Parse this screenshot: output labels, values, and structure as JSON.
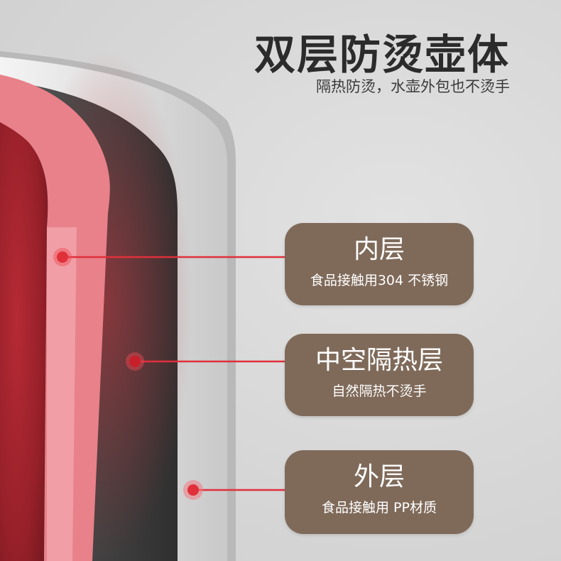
{
  "heading": {
    "title": "双层防烫壶体",
    "subtitle": "隔热防烫，水壶外包也不烫手"
  },
  "layers": [
    {
      "name": "内层",
      "detail": "食品接触用304 不锈钢"
    },
    {
      "name": "中空隔热层",
      "detail": "自然隔热不烫手"
    },
    {
      "name": "外层",
      "detail": "食品接触用 PP材质"
    }
  ],
  "colors": {
    "label_bg": "#7f6a5a",
    "inner_wall": "#e8818a",
    "red_body": "#a3242f",
    "outer_wall": "#ececec",
    "gap": "#3e3e3e",
    "pointer": "#e0303a"
  }
}
